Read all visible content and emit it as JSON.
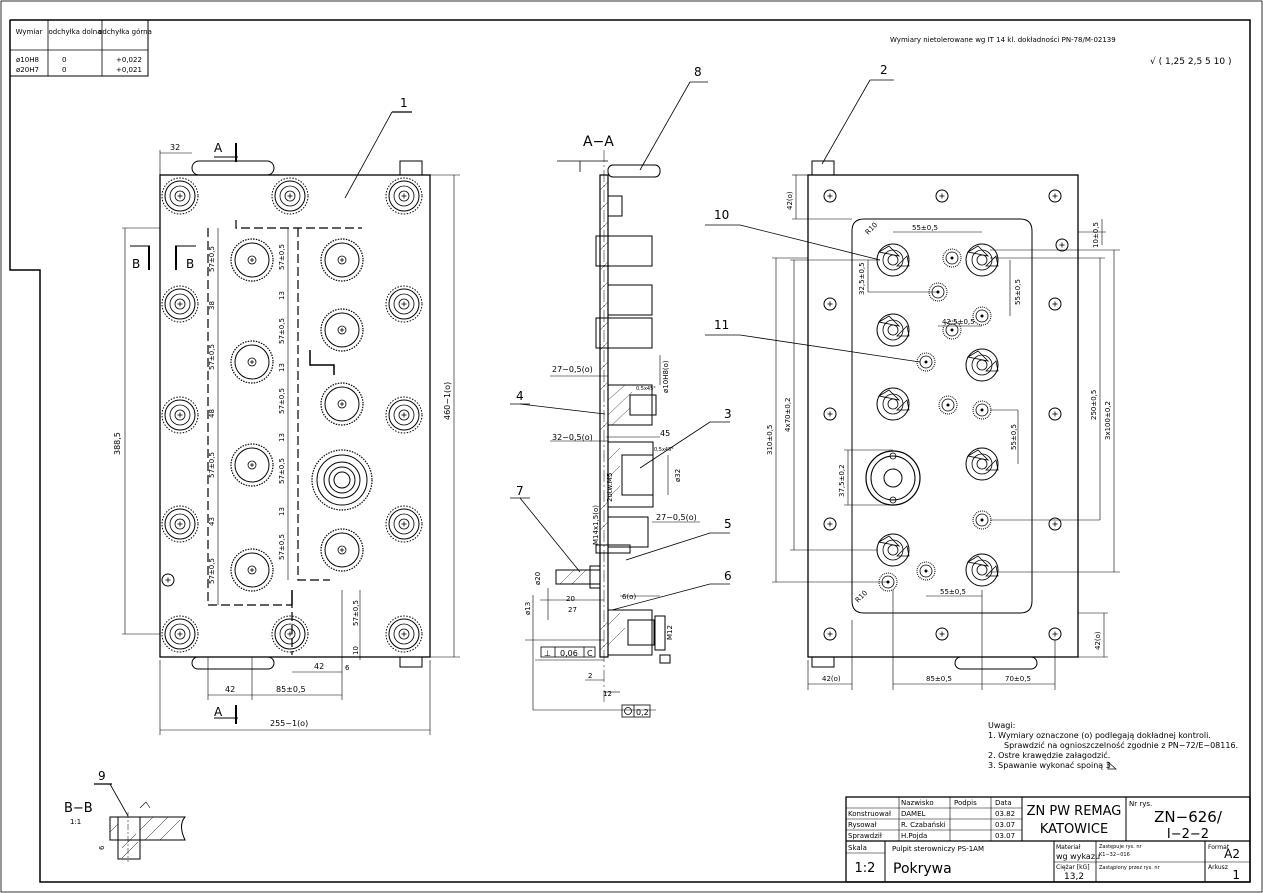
{
  "tolerance_table": {
    "headers": [
      "Wymiar",
      "odchyłka dolna",
      "odchyłka górna"
    ],
    "rows": [
      [
        "ø10H8",
        "0",
        "+0,022"
      ],
      [
        "ø20H7",
        "0",
        "+0,021"
      ]
    ]
  },
  "general_tolerance_note": "Wymiary nietolerowane wg IT 14 kl. dokładności PN-78/M-02139",
  "surface_finish": "√ ( 1,25  2,5  5  10 )",
  "views": {
    "front": {
      "part_label": "1",
      "section_a_top": "A",
      "section_a_bottom": "A",
      "section_b_left": "B",
      "section_b_right": "B",
      "dims": {
        "w32": "32",
        "h388": "388,5",
        "h460": "460−1(o)",
        "w42a": "42",
        "w85": "85±0,5",
        "w42b": "42",
        "w255": "255−1(o)",
        "d57": "57±0,5",
        "d38": "38",
        "d13": "13",
        "d48": "48",
        "d43": "43",
        "d10": "10",
        "d6": "6",
        "d57r": "57±0,5"
      }
    },
    "section": {
      "title": "A−A",
      "labels": [
        "8",
        "4",
        "3",
        "7",
        "5",
        "6"
      ],
      "dims": {
        "d27a": "27−0,5(o)",
        "d32": "32−0,5(o)",
        "d45": "45",
        "d27b": "27−0,5(o)",
        "d10h8": "ø10H8(o)",
        "dia32": "ø32",
        "m14": "M14x1,5(o)",
        "m5": "2otw.M5",
        "dia20": "ø20",
        "dia13": "ø13",
        "d20": "20",
        "d27c": "27",
        "d6o": "6(o)",
        "m12": "M12",
        "d2": "2",
        "d12": "12",
        "ch05a": "0,5x45°",
        "ch05b": "0,5x45°",
        "tol1": "0,06",
        "tol2": "0,2",
        "tol_letter": "C",
        "perp": "⊥"
      }
    },
    "back": {
      "part_labels": [
        "2",
        "10",
        "11"
      ],
      "dims": {
        "d42a": "42(o)",
        "r10a": "R10",
        "d55a": "55±0,5",
        "d10r": "10±0,5",
        "d32b": "32,5±0,5",
        "d55b": "55±0,5",
        "d42b": "42,5±0,5",
        "d4x70": "4x70±0,2",
        "d310": "310±0,5",
        "d375": "37,5±0,2",
        "d250": "250±0,5",
        "d3x100": "3x100±0,2",
        "d55c": "55±0,5",
        "r10b": "R10",
        "d55d": "55±0,5",
        "d42c": "42(o)",
        "d42d": "42(o)",
        "d85": "85±0,5",
        "d70": "70±0,5"
      }
    },
    "detail_bb": {
      "title": "B−B",
      "scale": "1:1",
      "label": "9",
      "dim": "6"
    }
  },
  "notes": {
    "heading": "Uwagi:",
    "items": [
      "1. Wymiary oznaczone (o) podlegają dokładnej kontroli.",
      "Sprawdzić na ognioszczelność zgodnie z PN−72/E−08116.",
      "2. Ostre krawędzie załagodzić.",
      "3. Spawanie wykonać spoiną 3"
    ]
  },
  "title_block": {
    "col_nazwisko": "Nazwisko",
    "col_podpis": "Podpis",
    "col_data": "Data",
    "rows": [
      {
        "role": "Konstruował",
        "name": "DAMEL",
        "date": "03.82"
      },
      {
        "role": "Rysował",
        "name": "R. Czabański",
        "date": "03.07"
      },
      {
        "role": "Sprawdził",
        "name": "H.Pojda",
        "date": "03.07"
      }
    ],
    "company1": "ZN PW REMAG",
    "company2": "KATOWICE",
    "nr_rys_label": "Nr rys.",
    "drawing_no1": "ZN−626/",
    "drawing_no2": "I−2−2",
    "skala_label": "Skala",
    "scale": "1:2",
    "subtitle": "Pulpit sterowniczy PS-1AM",
    "part_name": "Pokrywa",
    "material_label": "Materiał",
    "material": "wg wykazu",
    "ciezar_label": "Ciężar [kG]",
    "weight": "13,2",
    "zastepuje_label": "Zastępuje rys. nr",
    "zastepuje_val": "K1−32−016",
    "zastapiony_label": "Zastąpiony przez rys. nr",
    "format_label": "Format",
    "format": "A2",
    "arkusz_label": "Arkusz",
    "arkusz": "1"
  }
}
